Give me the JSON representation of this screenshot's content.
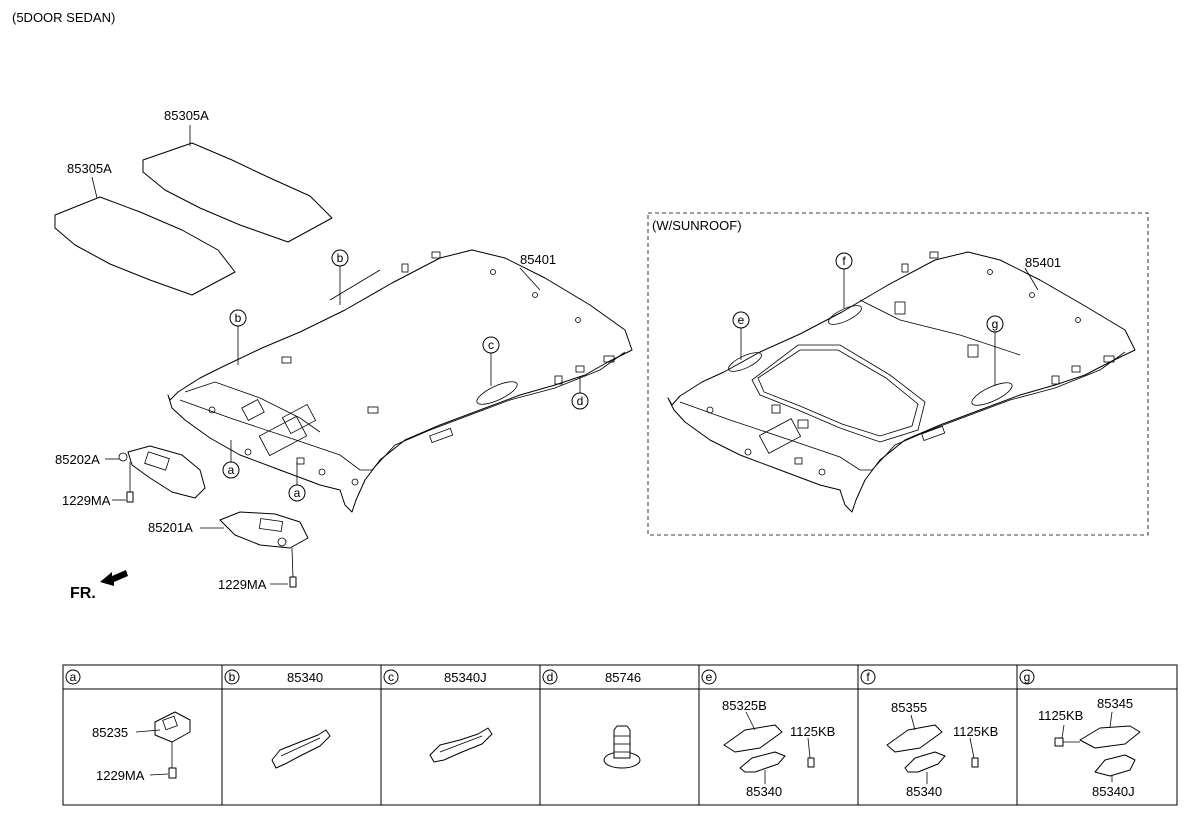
{
  "header": {
    "variant": "(5DOOR SEDAN)"
  },
  "main_view": {
    "labels": {
      "roof_pad_rear": "85305A",
      "roof_pad_front": "85305A",
      "headlining": "85401",
      "visor_left": "85202A",
      "screw_left": "1229MA",
      "visor_right": "85201A",
      "screw_right": "1229MA",
      "front_indicator": "FR."
    },
    "callouts": [
      "b",
      "b",
      "c",
      "d",
      "a",
      "a"
    ]
  },
  "sunroof_view": {
    "title": "(W/SUNROOF)",
    "headlining": "85401",
    "callouts": [
      "e",
      "f",
      "g"
    ]
  },
  "legend": {
    "cells": [
      {
        "letter": "a",
        "header": "",
        "labels": [
          "85235",
          "1229MA"
        ]
      },
      {
        "letter": "b",
        "header": "85340",
        "labels": []
      },
      {
        "letter": "c",
        "header": "85340J",
        "labels": []
      },
      {
        "letter": "d",
        "header": "85746",
        "labels": []
      },
      {
        "letter": "e",
        "header": "",
        "labels": [
          "85325B",
          "1125KB",
          "85340"
        ]
      },
      {
        "letter": "f",
        "header": "",
        "labels": [
          "85355",
          "1125KB",
          "85340"
        ]
      },
      {
        "letter": "g",
        "header": "",
        "labels": [
          "1125KB",
          "85345",
          "85340J"
        ]
      }
    ]
  }
}
